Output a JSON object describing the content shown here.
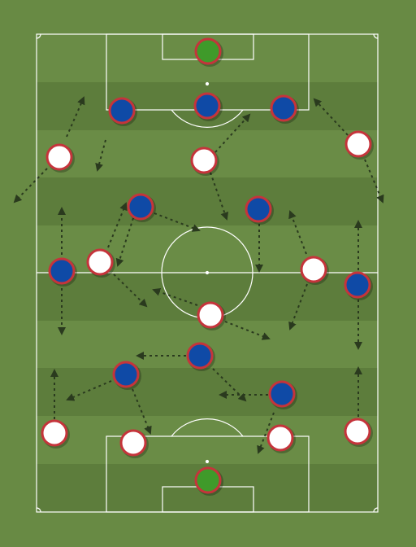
{
  "pitch": {
    "colors": {
      "grass": "#688a44",
      "stripe_light": "#6a8c46",
      "stripe_dark": "#5d7d3c",
      "lines": "#ffffff",
      "arrow": "#2a3a1e"
    }
  },
  "teams": {
    "blue": {
      "fill": "#0f4aa6",
      "ring": "#c5343b"
    },
    "white": {
      "fill": "#ffffff",
      "ring": "#c5343b"
    },
    "goalkeeper": {
      "fill": "#3f9a2a",
      "ring": "#c5343b"
    }
  },
  "players": [
    {
      "id": "gk-top",
      "team": "goalkeeper",
      "role": "goalkeeper"
    },
    {
      "id": "blue-def-l",
      "team": "blue",
      "role": "defender"
    },
    {
      "id": "blue-def-c",
      "team": "blue",
      "role": "defender"
    },
    {
      "id": "blue-def-r",
      "team": "blue",
      "role": "defender"
    },
    {
      "id": "blue-mid-l",
      "team": "blue",
      "role": "midfielder"
    },
    {
      "id": "blue-mid-r",
      "team": "blue",
      "role": "midfielder"
    },
    {
      "id": "blue-wing-l",
      "team": "blue",
      "role": "winger"
    },
    {
      "id": "blue-wing-r",
      "team": "blue",
      "role": "winger"
    },
    {
      "id": "blue-fwd-c",
      "team": "blue",
      "role": "forward"
    },
    {
      "id": "blue-fwd-l",
      "team": "blue",
      "role": "forward"
    },
    {
      "id": "blue-fwd-r",
      "team": "blue",
      "role": "forward"
    },
    {
      "id": "white-fwd-l",
      "team": "white",
      "role": "forward"
    },
    {
      "id": "white-fwd-c",
      "team": "white",
      "role": "forward"
    },
    {
      "id": "white-fwd-r",
      "team": "white",
      "role": "forward"
    },
    {
      "id": "white-mid-l",
      "team": "white",
      "role": "midfielder"
    },
    {
      "id": "white-mid-r",
      "team": "white",
      "role": "midfielder"
    },
    {
      "id": "white-mid-c",
      "team": "white",
      "role": "midfielder"
    },
    {
      "id": "white-def-ll",
      "team": "white",
      "role": "defender"
    },
    {
      "id": "white-def-l",
      "team": "white",
      "role": "defender"
    },
    {
      "id": "white-def-r",
      "team": "white",
      "role": "defender"
    },
    {
      "id": "white-def-rr",
      "team": "white",
      "role": "defender"
    },
    {
      "id": "gk-bottom",
      "team": "goalkeeper",
      "role": "goalkeeper"
    }
  ]
}
